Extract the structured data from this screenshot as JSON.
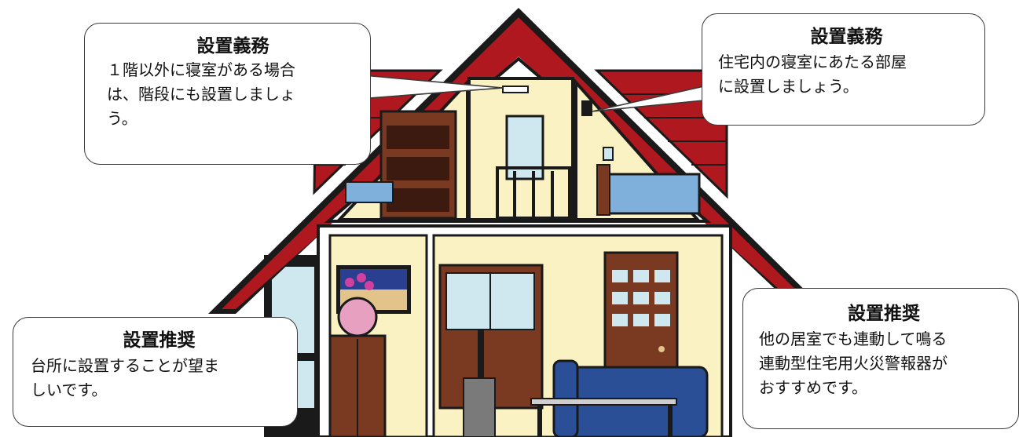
{
  "callouts": [
    {
      "title": "設置義務",
      "body": "１階以外に寝室がある場合\nは、階段にも設置しましょ\nう。"
    },
    {
      "title": "設置義務",
      "body": "住宅内の寝室にあたる部屋\nに設置しましょう。"
    },
    {
      "title": "設置推奨",
      "body": "台所に設置することが望ま\nしいです。"
    },
    {
      "title": "設置推奨",
      "body": "他の居室でも連動して鳴る\n連動型住宅用火災警報器が\nおすすめです。"
    }
  ],
  "colors": {
    "roof": "#b0181f",
    "wall": "#fbf2c4",
    "outline": "#1a1a1a",
    "bed": "#7fb0dc",
    "sofa": "#2a4f96",
    "wood": "#7a3a22",
    "window": "#cfe8f0"
  }
}
